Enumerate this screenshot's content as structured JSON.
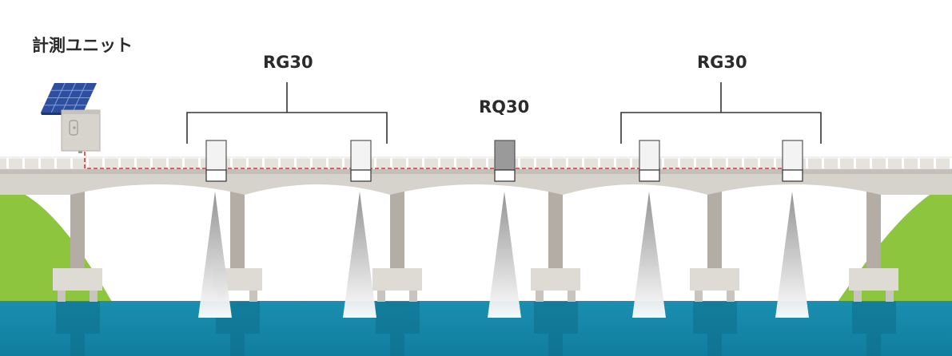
{
  "labels": {
    "unit": "計測ユニット",
    "group_left": "RG30",
    "group_right": "RG30",
    "center": "RQ30"
  },
  "colors": {
    "water": "#1587a8",
    "hill": "#8dc53f",
    "deck": "#d6d2cc",
    "pier": "#b3ada5",
    "cable": "#e0313b",
    "solar_panel": "#2f4f9e",
    "sensor_rg": "#f3f3f3",
    "sensor_rq": "#9a9a9a",
    "bracket": "#333333"
  },
  "icons": {
    "solar": "solar-panel-icon",
    "sensor": "radar-sensor-icon"
  }
}
